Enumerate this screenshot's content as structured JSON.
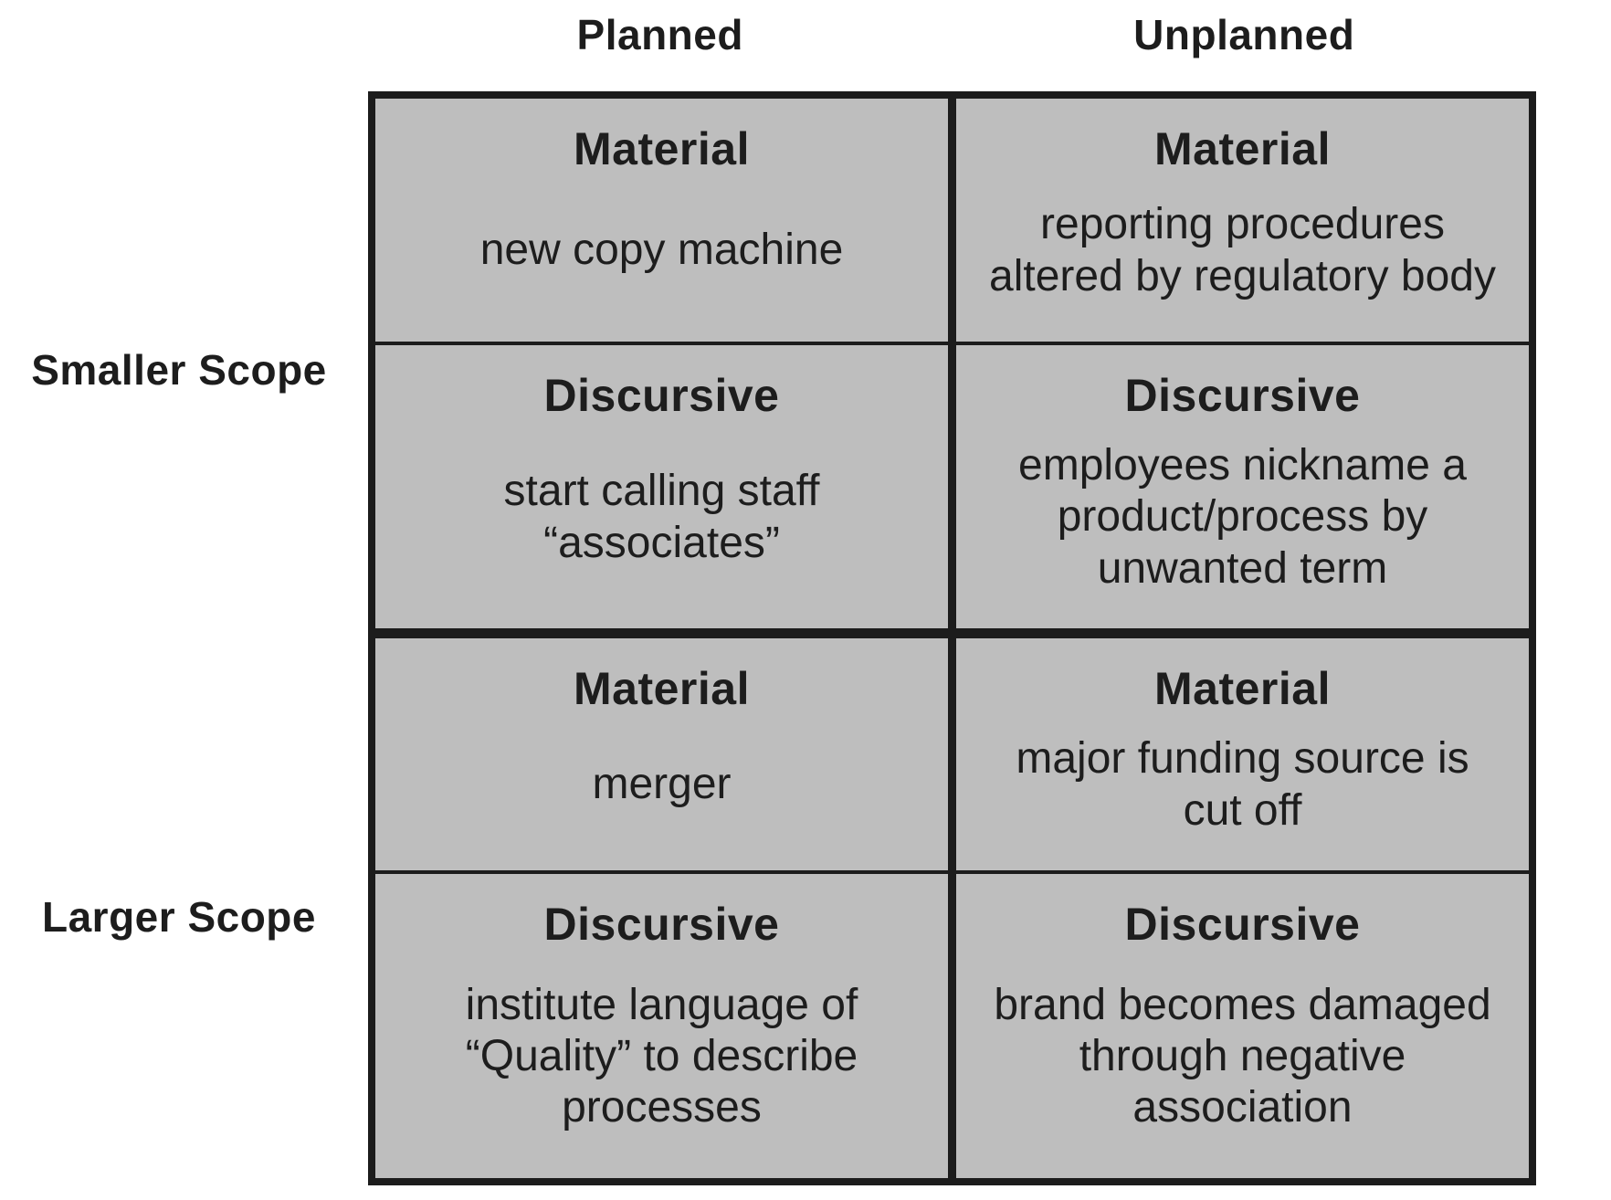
{
  "colors": {
    "cell_background": "#bebebe",
    "line": "#1c1c1c",
    "text": "#1d1d1d",
    "page_background": "#ffffff"
  },
  "columns": {
    "planned": "Planned",
    "unplanned": "Unplanned"
  },
  "groups": [
    {
      "label": "Smaller Scope",
      "rows": [
        {
          "type": "Material",
          "planned": "new copy machine",
          "unplanned": "reporting procedures\naltered by regulatory body"
        },
        {
          "type": "Discursive",
          "planned": "start calling staff\n“associates”",
          "unplanned": "employees nickname a\nproduct/process by\nunwanted term"
        }
      ]
    },
    {
      "label": "Larger Scope",
      "rows": [
        {
          "type": "Material",
          "planned": "merger",
          "unplanned": "major funding source is\ncut off"
        },
        {
          "type": "Discursive",
          "planned": "institute language of\n“Quality” to describe\nprocesses",
          "unplanned": "brand becomes damaged\nthrough negative\nassociation"
        }
      ]
    }
  ]
}
